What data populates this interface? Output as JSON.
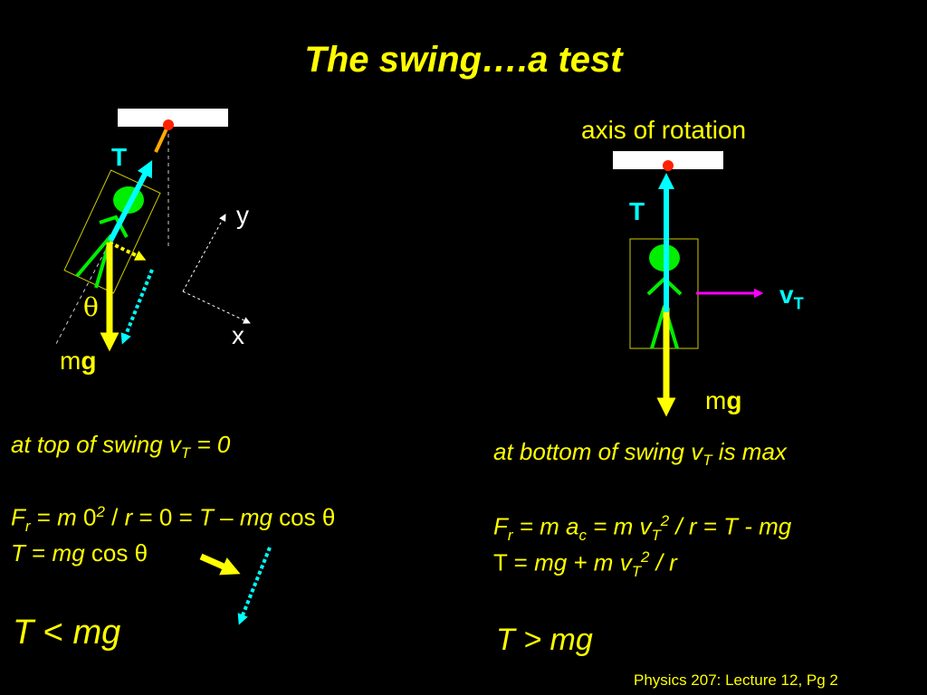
{
  "slide": {
    "title": "The swing….a test",
    "footer": "Physics 207: Lecture 12, Pg 2"
  },
  "left_diagram": {
    "tension_label": "T",
    "theta_label": "θ",
    "weight_m": "m",
    "weight_g": "g",
    "axis_y": "y",
    "axis_x": "x"
  },
  "right_diagram": {
    "axis_caption": "axis of rotation",
    "tension_label": "T",
    "velocity_v": "v",
    "velocity_sub": "T",
    "weight_m": "m",
    "weight_g": "g"
  },
  "left_text": {
    "line1_a": "at top of swing v",
    "line1_sub": "T",
    "line1_b": " = 0",
    "line2_F": "F",
    "line2_sub": "r",
    "line2_a": " =  ",
    "line2_m": "m",
    "line2_zero": " 0",
    "line2_sup": "2",
    "line2_b": " / ",
    "line2_r": "r",
    "line2_c": " = 0 = ",
    "line2_T": "T",
    "line2_d": " – ",
    "line2_mg": "mg",
    "line2_cos": " cos θ",
    "line3_T": "T",
    "line3_a": " = ",
    "line3_mg": "mg",
    "line3_cos": " cos θ",
    "conclusion_T": "T",
    "conclusion_op": " < ",
    "conclusion_mg": " mg"
  },
  "right_text": {
    "line1_a": "at bottom of swing v",
    "line1_sub": "T",
    "line1_b": " is max",
    "line2_F": "F",
    "line2_sub": "r",
    "line2_a": " = m a",
    "line2_c": "c",
    "line2_b": "  =  m v",
    "line2_T": "T",
    "line2_sup": "2",
    "line2_d": " / r = T - mg",
    "line3_T": "T",
    "line3_a": " = ",
    "line3_b": "mg + m v",
    "line3_sub": "T",
    "line3_sup": "2",
    "line3_c": " / r",
    "conclusion": "T > mg"
  },
  "colors": {
    "background": "#000000",
    "text": "#ffff00",
    "tension": "#00ffff",
    "weight": "#ffff00",
    "velocity": "#ff00ff",
    "figure": "#00ee00",
    "pivot": "#ff0000",
    "support": "#ffffff"
  }
}
